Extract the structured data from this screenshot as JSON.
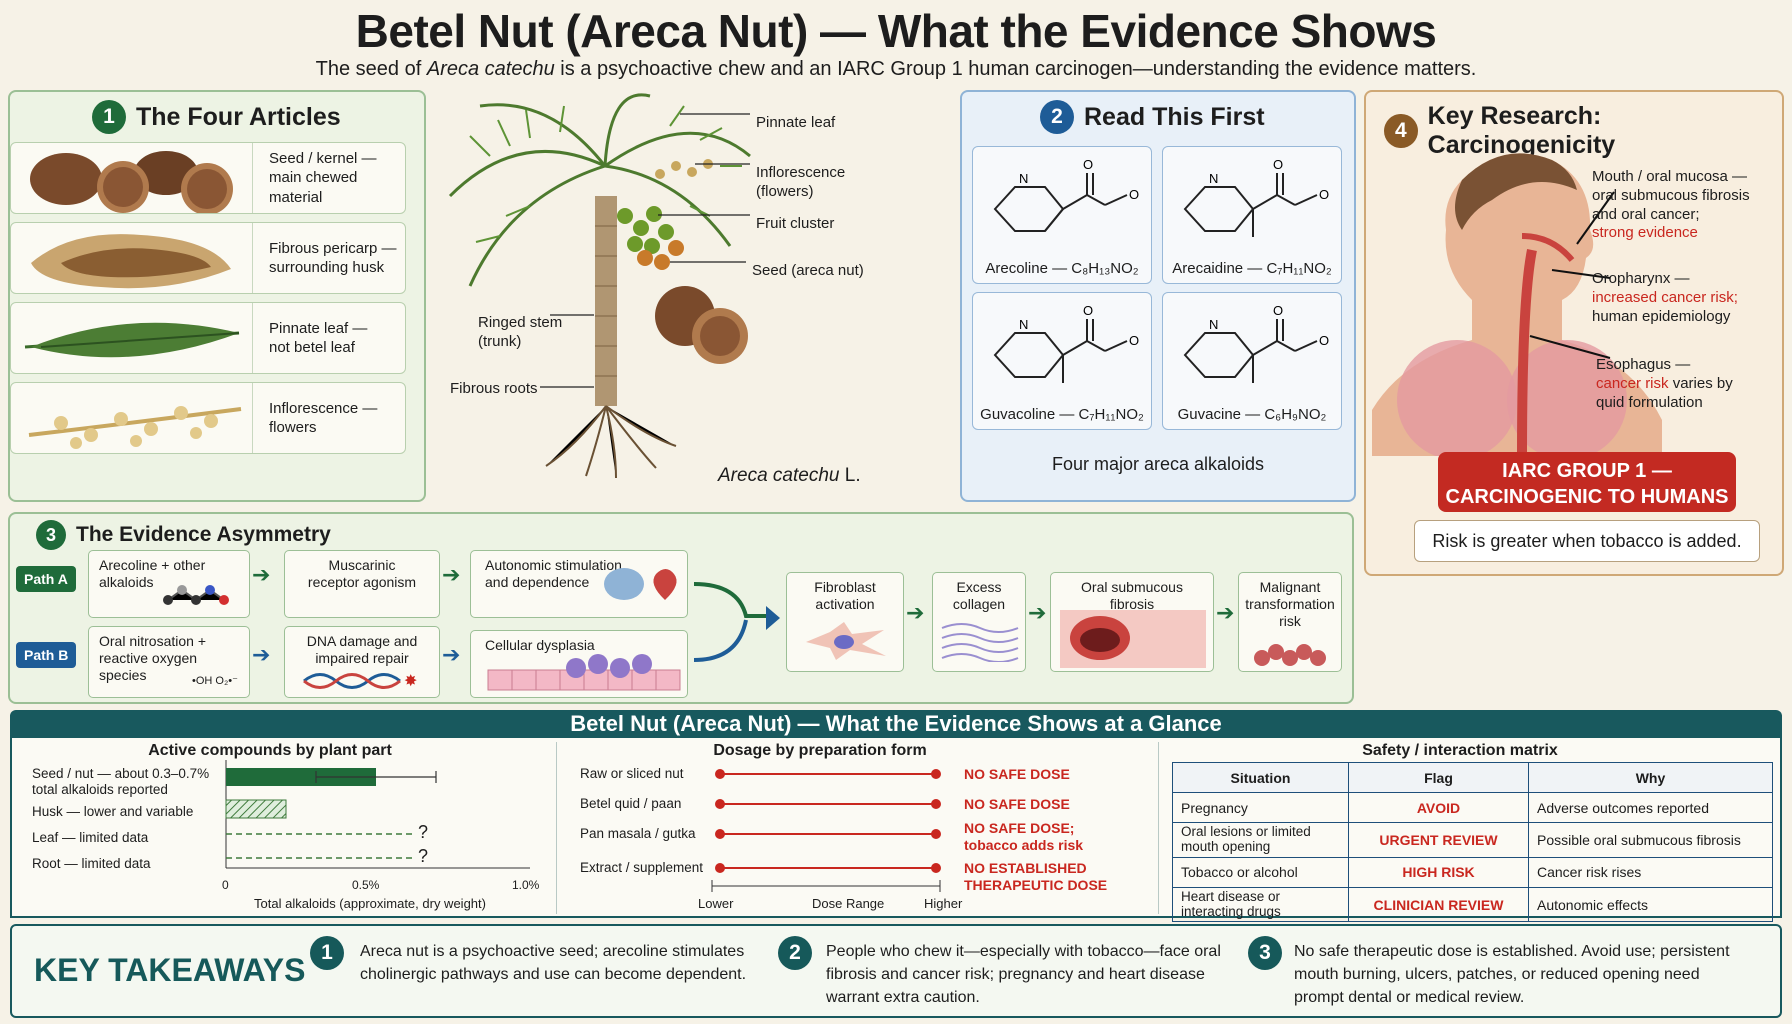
{
  "header": {
    "title": "Betel Nut (Areca Nut) — What the Evidence Shows",
    "subtitle_pre": "The seed of ",
    "subtitle_species": "Areca catechu",
    "subtitle_post": " is a psychoactive chew and an IARC Group 1 human carcinogen—understanding the evidence matters."
  },
  "articles": {
    "num": "1",
    "title": "The Four Articles",
    "items": [
      {
        "label": "Seed / kernel —\nmain chewed\nmaterial"
      },
      {
        "label": "Fibrous pericarp —\nsurrounding husk"
      },
      {
        "label": "Pinnate leaf —\nnot betel leaf"
      },
      {
        "label": "Inflorescence —\nflowers"
      }
    ]
  },
  "tree": {
    "labels": [
      "Pinnate leaf",
      "Inflorescence\n(flowers)",
      "Fruit cluster",
      "Seed (areca nut)",
      "Ringed stem\n(trunk)",
      "Fibrous roots"
    ],
    "species": "Areca catechu",
    "author": " L."
  },
  "read_first": {
    "num": "2",
    "title": "Read This First",
    "structures": [
      {
        "name": "Arecoline — C₈H₁₃NO₂"
      },
      {
        "name": "Arecaidine — C₇H₁₁NO₂"
      },
      {
        "name": "Guvacoline — C₇H₁₁NO₂"
      },
      {
        "name": "Guvacine — C₆H₉NO₂"
      }
    ],
    "caption": "Four major areca alkaloids"
  },
  "research": {
    "num": "4",
    "title": "Key Research: Carcinogenicity",
    "callouts": [
      {
        "pre": "Mouth / oral mucosa —\noral submucous fibrosis\nand oral cancer;\n",
        "red": "strong evidence",
        "post": ""
      },
      {
        "pre": "Oropharynx —\n",
        "red": "increased cancer risk;",
        "post": "\nhuman epidemiology"
      },
      {
        "pre": "Esophagus —\n",
        "red": "cancer risk",
        "post": " varies by\nquid formulation"
      }
    ],
    "iarc": "IARC GROUP 1 —\nCARCINOGENIC TO HUMANS",
    "note": "Risk is greater when tobacco is added."
  },
  "asymmetry": {
    "num": "3",
    "title": "The Evidence Asymmetry",
    "path_a": "Path A",
    "path_b": "Path B",
    "a_boxes": [
      "Arecoline + other\nalkaloids",
      "Muscarinic\nreceptor agonism",
      "Autonomic stimulation\nand dependence"
    ],
    "b_boxes": [
      "Oral nitrosation +\nreactive oxygen\nspecies",
      "DNA damage and\nimpaired repair",
      "Cellular dysplasia"
    ],
    "ros": "•OH  O₂•⁻",
    "common": [
      "Fibroblast\nactivation",
      "Excess\ncollagen",
      "Oral submucous\nfibrosis",
      "Malignant\ntransformation\nrisk"
    ]
  },
  "glance": {
    "banner": "Betel Nut (Areca Nut) — What the Evidence Shows at a Glance",
    "compounds": {
      "title": "Active compounds by plant part",
      "rows": [
        {
          "label": "Seed / nut",
          "note": " — about 0.3–0.7%\ntotal alkaloids reported",
          "value": 0.5,
          "err": [
            0.3,
            0.7
          ],
          "kind": "solid"
        },
        {
          "label": "Husk",
          "note": " — lower and variable",
          "value": 0.2,
          "kind": "hatch"
        },
        {
          "label": "Leaf",
          "note": " — limited data",
          "value": null,
          "kind": "unknown"
        },
        {
          "label": "Root",
          "note": " — limited data",
          "value": null,
          "kind": "unknown"
        }
      ],
      "ticks": [
        "0",
        "0.5%",
        "1.0%"
      ],
      "xmax": 1.0,
      "unknown_mark": "?",
      "xlabel": "Total alkaloids (approximate, dry weight)"
    },
    "dosage": {
      "title": "Dosage by preparation form",
      "rows": [
        {
          "label": "Raw or sliced nut",
          "result": "NO SAFE DOSE"
        },
        {
          "label": "Betel quid / paan",
          "result": "NO SAFE DOSE"
        },
        {
          "label": "Pan masala / gutka",
          "result": "NO SAFE DOSE;\ntobacco adds risk"
        },
        {
          "label": "Extract / supplement",
          "result": "NO ESTABLISHED\nTHERAPEUTIC DOSE"
        }
      ],
      "axis": {
        "low": "Lower",
        "mid": "Dose Range",
        "high": "Higher"
      }
    },
    "matrix": {
      "title": "Safety / interaction matrix",
      "headers": [
        "Situation",
        "Flag",
        "Why"
      ],
      "rows": [
        [
          "Pregnancy",
          "AVOID",
          "Adverse outcomes reported"
        ],
        [
          "Oral lesions or limited\nmouth opening",
          "URGENT REVIEW",
          "Possible oral submucous fibrosis"
        ],
        [
          "Tobacco or alcohol",
          "HIGH RISK",
          "Cancer risk rises"
        ],
        [
          "Heart disease or\ninteracting drugs",
          "CLINICIAN REVIEW",
          "Autonomic effects"
        ]
      ]
    }
  },
  "takeaways": {
    "title": "KEY TAKEAWAYS",
    "items": [
      {
        "num": "1",
        "text": "Areca nut is a psychoactive seed; arecoline stimulates\ncholinergic pathways and use can become dependent."
      },
      {
        "num": "2",
        "text": "People who chew it—especially with tobacco—face oral\nfibrosis and cancer risk; pregnancy and heart disease\nwarrant extra caution."
      },
      {
        "num": "3",
        "text": "No safe therapeutic dose is established. Avoid use; persistent\nmouth burning, ulcers, patches, or reduced opening need\nprompt dental or medical review."
      }
    ]
  },
  "colors": {
    "green": "#1f6b3a",
    "blue": "#1e5c97",
    "red": "#c9271f",
    "teal": "#18595e"
  }
}
